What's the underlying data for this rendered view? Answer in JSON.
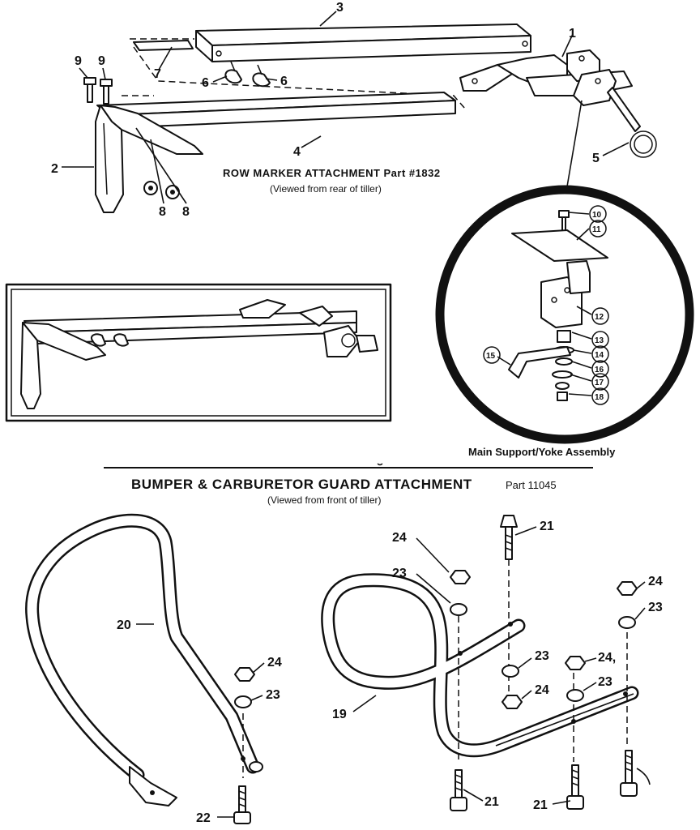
{
  "row_marker": {
    "title": "ROW MARKER ATTACHMENT Part #1832",
    "subtitle": "(Viewed from rear of tiller)",
    "callouts": [
      "1",
      "2",
      "3",
      "4",
      "5",
      "6",
      "6",
      "7",
      "8",
      "8",
      "9",
      "9"
    ]
  },
  "yoke": {
    "caption": "Main Support/Yoke Assembly",
    "callouts": [
      "10",
      "11",
      "12",
      "13",
      "14",
      "15",
      "16",
      "17",
      "18"
    ]
  },
  "bumper": {
    "title": "BUMPER & CARBURETOR GUARD ATTACHMENT",
    "part": "Part 11045",
    "subtitle": "(Viewed from front of tiller)",
    "callouts": [
      "19",
      "20",
      "21",
      "21",
      "21",
      "22",
      "23",
      "23",
      "23",
      "23",
      "23",
      "24",
      "24",
      "24",
      "24",
      "24,"
    ]
  }
}
